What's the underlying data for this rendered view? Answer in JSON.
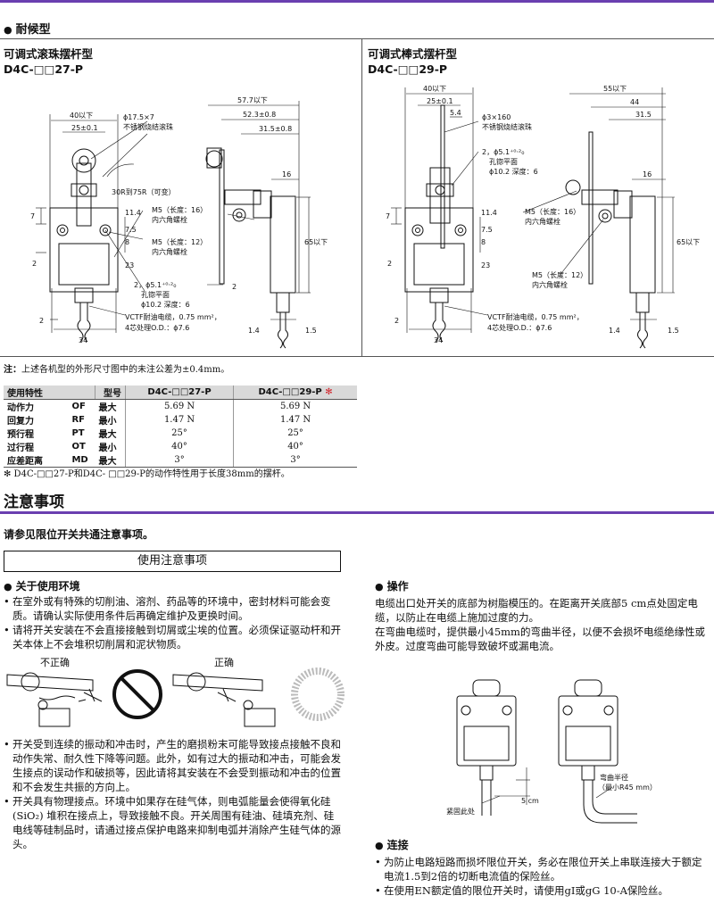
{
  "section1": {
    "title": "耐候型"
  },
  "left_panel": {
    "title": "可调式滚珠摆杆型",
    "model": "D4C-□□27-P",
    "dims": {
      "w40": "40以下",
      "w25": "25±0.1",
      "roller": "ϕ17.5×7",
      "roller_mat": "不锈钢烧结滚珠",
      "r30": "30R到75R（可变）",
      "d57": "57.7以下",
      "d52": "52.3±0.8",
      "d31": "31.5±0.8",
      "d16": "16",
      "d7": "7",
      "d11": "11.4",
      "d75": "7.5",
      "d8": "8",
      "d23": "23",
      "d2": "2",
      "m5a": "M5（长度：16）",
      "m5a2": "内六角螺栓",
      "m5b": "M5（长度：12）",
      "m5b2": "内六角螺栓",
      "hole": "2，ϕ5.1⁺⁰·²₀",
      "hole2": "孔锪平面",
      "hole3": "ϕ10.2 深度：6",
      "h65": "65以下",
      "cable": "VCTF耐油电缆，0.75 mm²，",
      "cable2": "4芯处理O.D.：ϕ7.6",
      "b2": "2",
      "b34": "34",
      "b14": "1.4",
      "b15": "1.5"
    }
  },
  "right_panel": {
    "title": "可调式棒式摆杆型",
    "model": "D4C-□□29-P",
    "dims": {
      "w40": "40以下",
      "w25": "25±0.1",
      "w54": "5.4",
      "rod": "ϕ3×160",
      "rod_mat": "不锈钢烧结滚珠",
      "hole": "2，ϕ5.1⁺⁰·²₀",
      "hole2": "孔锪平面",
      "hole3": "ϕ10.2 深度：6",
      "d55": "55以下",
      "d44": "44",
      "d315": "31.5",
      "d16": "16",
      "d7": "7",
      "d114": "11.4",
      "d75": "7.5",
      "d8": "8",
      "d23": "23",
      "d2": "2",
      "m5a": "M5（长度：16）",
      "m5a2": "内六角螺栓",
      "m5b": "M5（长度：12）",
      "m5b2": "内六角螺栓",
      "h65": "65以下",
      "cable": "VCTF耐油电缆，0.75 mm²，",
      "cable2": "4芯处理O.D.：ϕ7.6",
      "b2": "2",
      "b34": "34",
      "b14": "1.4",
      "b15": "1.5"
    }
  },
  "note": {
    "label": "注：",
    "text": "上述各机型的外形尺寸图中的未注公差为±0.4mm。"
  },
  "spec_table": {
    "h_char": "使用特性",
    "h_model": "型号",
    "h_col1": "D4C-□□27-P",
    "h_col2": "D4C-□□29-P",
    "h_star": "✻",
    "rows": [
      {
        "name": "动作力",
        "abbr": "OF",
        "limit": "最大",
        "v1": "5.69 N",
        "v2": "5.69 N"
      },
      {
        "name": "回复力",
        "abbr": "RF",
        "limit": "最小",
        "v1": "1.47 N",
        "v2": "1.47 N"
      },
      {
        "name": "预行程",
        "abbr": "PT",
        "limit": "最大",
        "v1": "25°",
        "v2": "25°"
      },
      {
        "name": "过行程",
        "abbr": "OT",
        "limit": "最小",
        "v1": "40°",
        "v2": "40°"
      },
      {
        "name": "应差距离",
        "abbr": "MD",
        "limit": "最大",
        "v1": "3°",
        "v2": "3°"
      }
    ],
    "footnote": "✻ D4C-□□27-P和D4C- □□29-P的动作特性用于长度38mm的摆杆。"
  },
  "section2": {
    "title": "注意事项",
    "subtitle": "请参见限位开关共通注意事项。",
    "box": "使用注意事项"
  },
  "env": {
    "title": "关于使用环境",
    "p1": "在室外或有特殊的切削油、溶剂、药品等的环境中，密封材料可能会变质。请确认实际使用条件后再确定维护及更换时间。",
    "p2": "请将开关安装在不会直接接触到切屑或尘埃的位置。必须保证驱动杆和开关本体上不会堆积切削屑和泥状物质。",
    "wrong": "不正确",
    "right": "正确",
    "p3": "开关受到连续的振动和冲击时，产生的磨损粉末可能导致接点接触不良和动作失常、耐久性下降等问题。此外，如有过大的振动和冲击，可能会发生接点的误动作和破损等，因此请将其安装在不会受到振动和冲击的位置和不会发生共振的方向上。",
    "p4": "开关具有物理接点。环境中如果存在硅气体，则电弧能量会使得氧化硅 (SiO₂) 堆积在接点上，导致接触不良。开关周围有硅油、硅填充剂、硅电线等硅制品时，请通过接点保护电路来抑制电弧并消除产生硅气体的源头。"
  },
  "operation": {
    "title": "操作",
    "p1": "电缆出口处开关的底部为树脂模压的。在距离开关底部5 cm点处固定电缆，以防止在电缆上施加过度的力。",
    "p2": "在弯曲电缆时，提供最小45mm的弯曲半径，以便不会损坏电缆绝缘性或外皮。过度弯曲可能导致破坏或漏电流。",
    "fix": "紧固此处",
    "cm5": "5 cm",
    "bend": "弯曲半径",
    "bend2": "（最小R45 mm）"
  },
  "connection": {
    "title": "连接",
    "p1": "为防止电路短路而损坏限位开关，务必在限位开关上串联连接大于额定电流1.5到2倍的切断电流值的保险丝。",
    "p2": "在使用EN额定值的限位开关时，请使用gI或gG 10-A保险丝。"
  }
}
